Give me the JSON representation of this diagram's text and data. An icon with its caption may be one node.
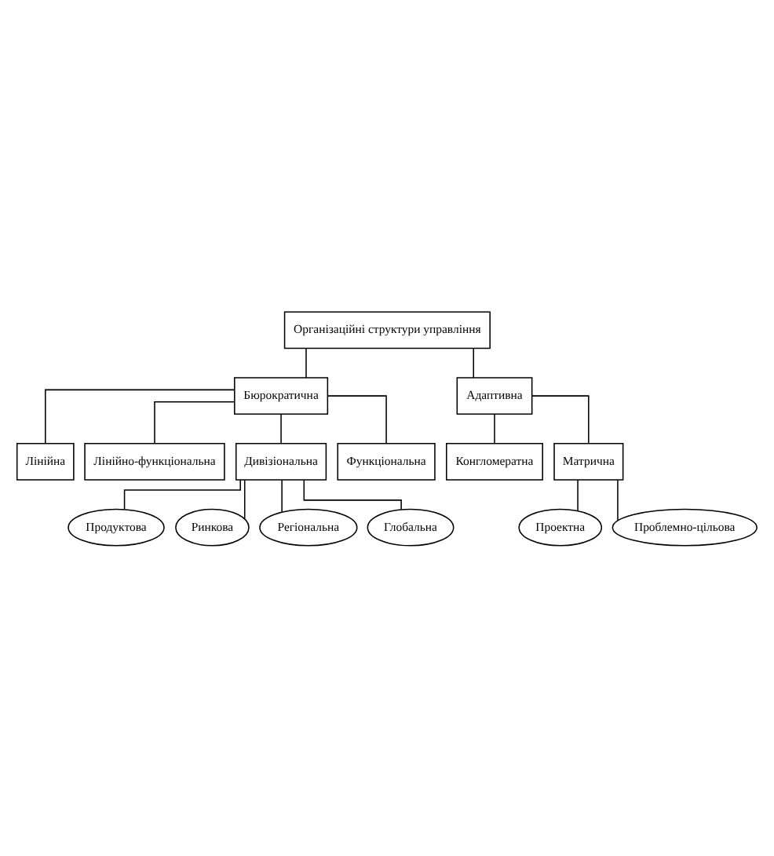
{
  "diagram": {
    "nodes": [
      {
        "text": [
          "Організаційні структури управління"
        ]
      },
      {
        "text": [
          "Бюрократична"
        ]
      },
      {
        "text": [
          "Адаптивна"
        ]
      },
      {
        "text": [
          "Лінійна"
        ]
      },
      {
        "text": [
          "Лінійно-функціональна"
        ]
      },
      {
        "text": [
          "Дивізіональна"
        ]
      },
      {
        "text": [
          "Функціональна"
        ]
      },
      {
        "text": [
          "Конгломератна"
        ]
      },
      {
        "text": [
          "Матрична"
        ]
      },
      {
        "text": [
          "Продуктова"
        ]
      },
      {
        "text": [
          "Ринкова"
        ]
      },
      {
        "text": [
          "Регіональна"
        ]
      },
      {
        "text": [
          "Глобальна"
        ]
      },
      {
        "text": [
          "Проектна"
        ]
      },
      {
        "text": [
          "Проблемно-цільова"
        ]
      }
    ],
    "edges": [
      {
        "from": 0,
        "to": 1,
        "arrow": "none"
      },
      {
        "from": 0,
        "to": 2,
        "arrow": "none"
      },
      {
        "from": 1,
        "to": 3,
        "arrow": "none"
      },
      {
        "from": 1,
        "to": 4,
        "arrow": "none"
      },
      {
        "from": 1,
        "to": 5,
        "arrow": "none"
      },
      {
        "from": 1,
        "to": 6,
        "arrow": "none"
      },
      {
        "from": 2,
        "to": 7,
        "arrow": "none"
      },
      {
        "from": 2,
        "to": 8,
        "arrow": "none"
      },
      {
        "from": 5,
        "to": 9,
        "arrow": "none"
      },
      {
        "from": 5,
        "to": 10,
        "arrow": "none"
      },
      {
        "from": 5,
        "to": 11,
        "arrow": "none"
      },
      {
        "from": 5,
        "to": 12,
        "arrow": "none"
      },
      {
        "from": 8,
        "to": 13,
        "arrow": "none"
      },
      {
        "from": 8,
        "to": 14,
        "arrow": "none"
      }
    ]
  }
}
